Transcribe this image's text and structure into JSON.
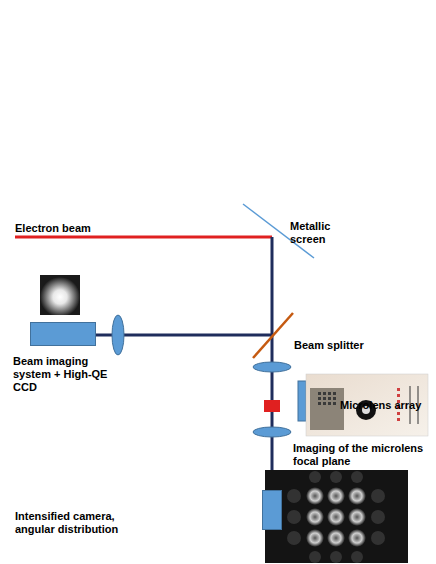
{
  "diagram": {
    "nodes": [
      {
        "text": [
          "Beam imaging system + High-QE CCD"
        ]
      },
      {
        "text": [
          "Intensified camera, angular distribution"
        ]
      }
    ],
    "labels": [
      "Electron beam",
      "Metallic screen",
      "Beam splitter",
      "Microlens array",
      "Imaging of the microlens focal plane"
    ]
  }
}
